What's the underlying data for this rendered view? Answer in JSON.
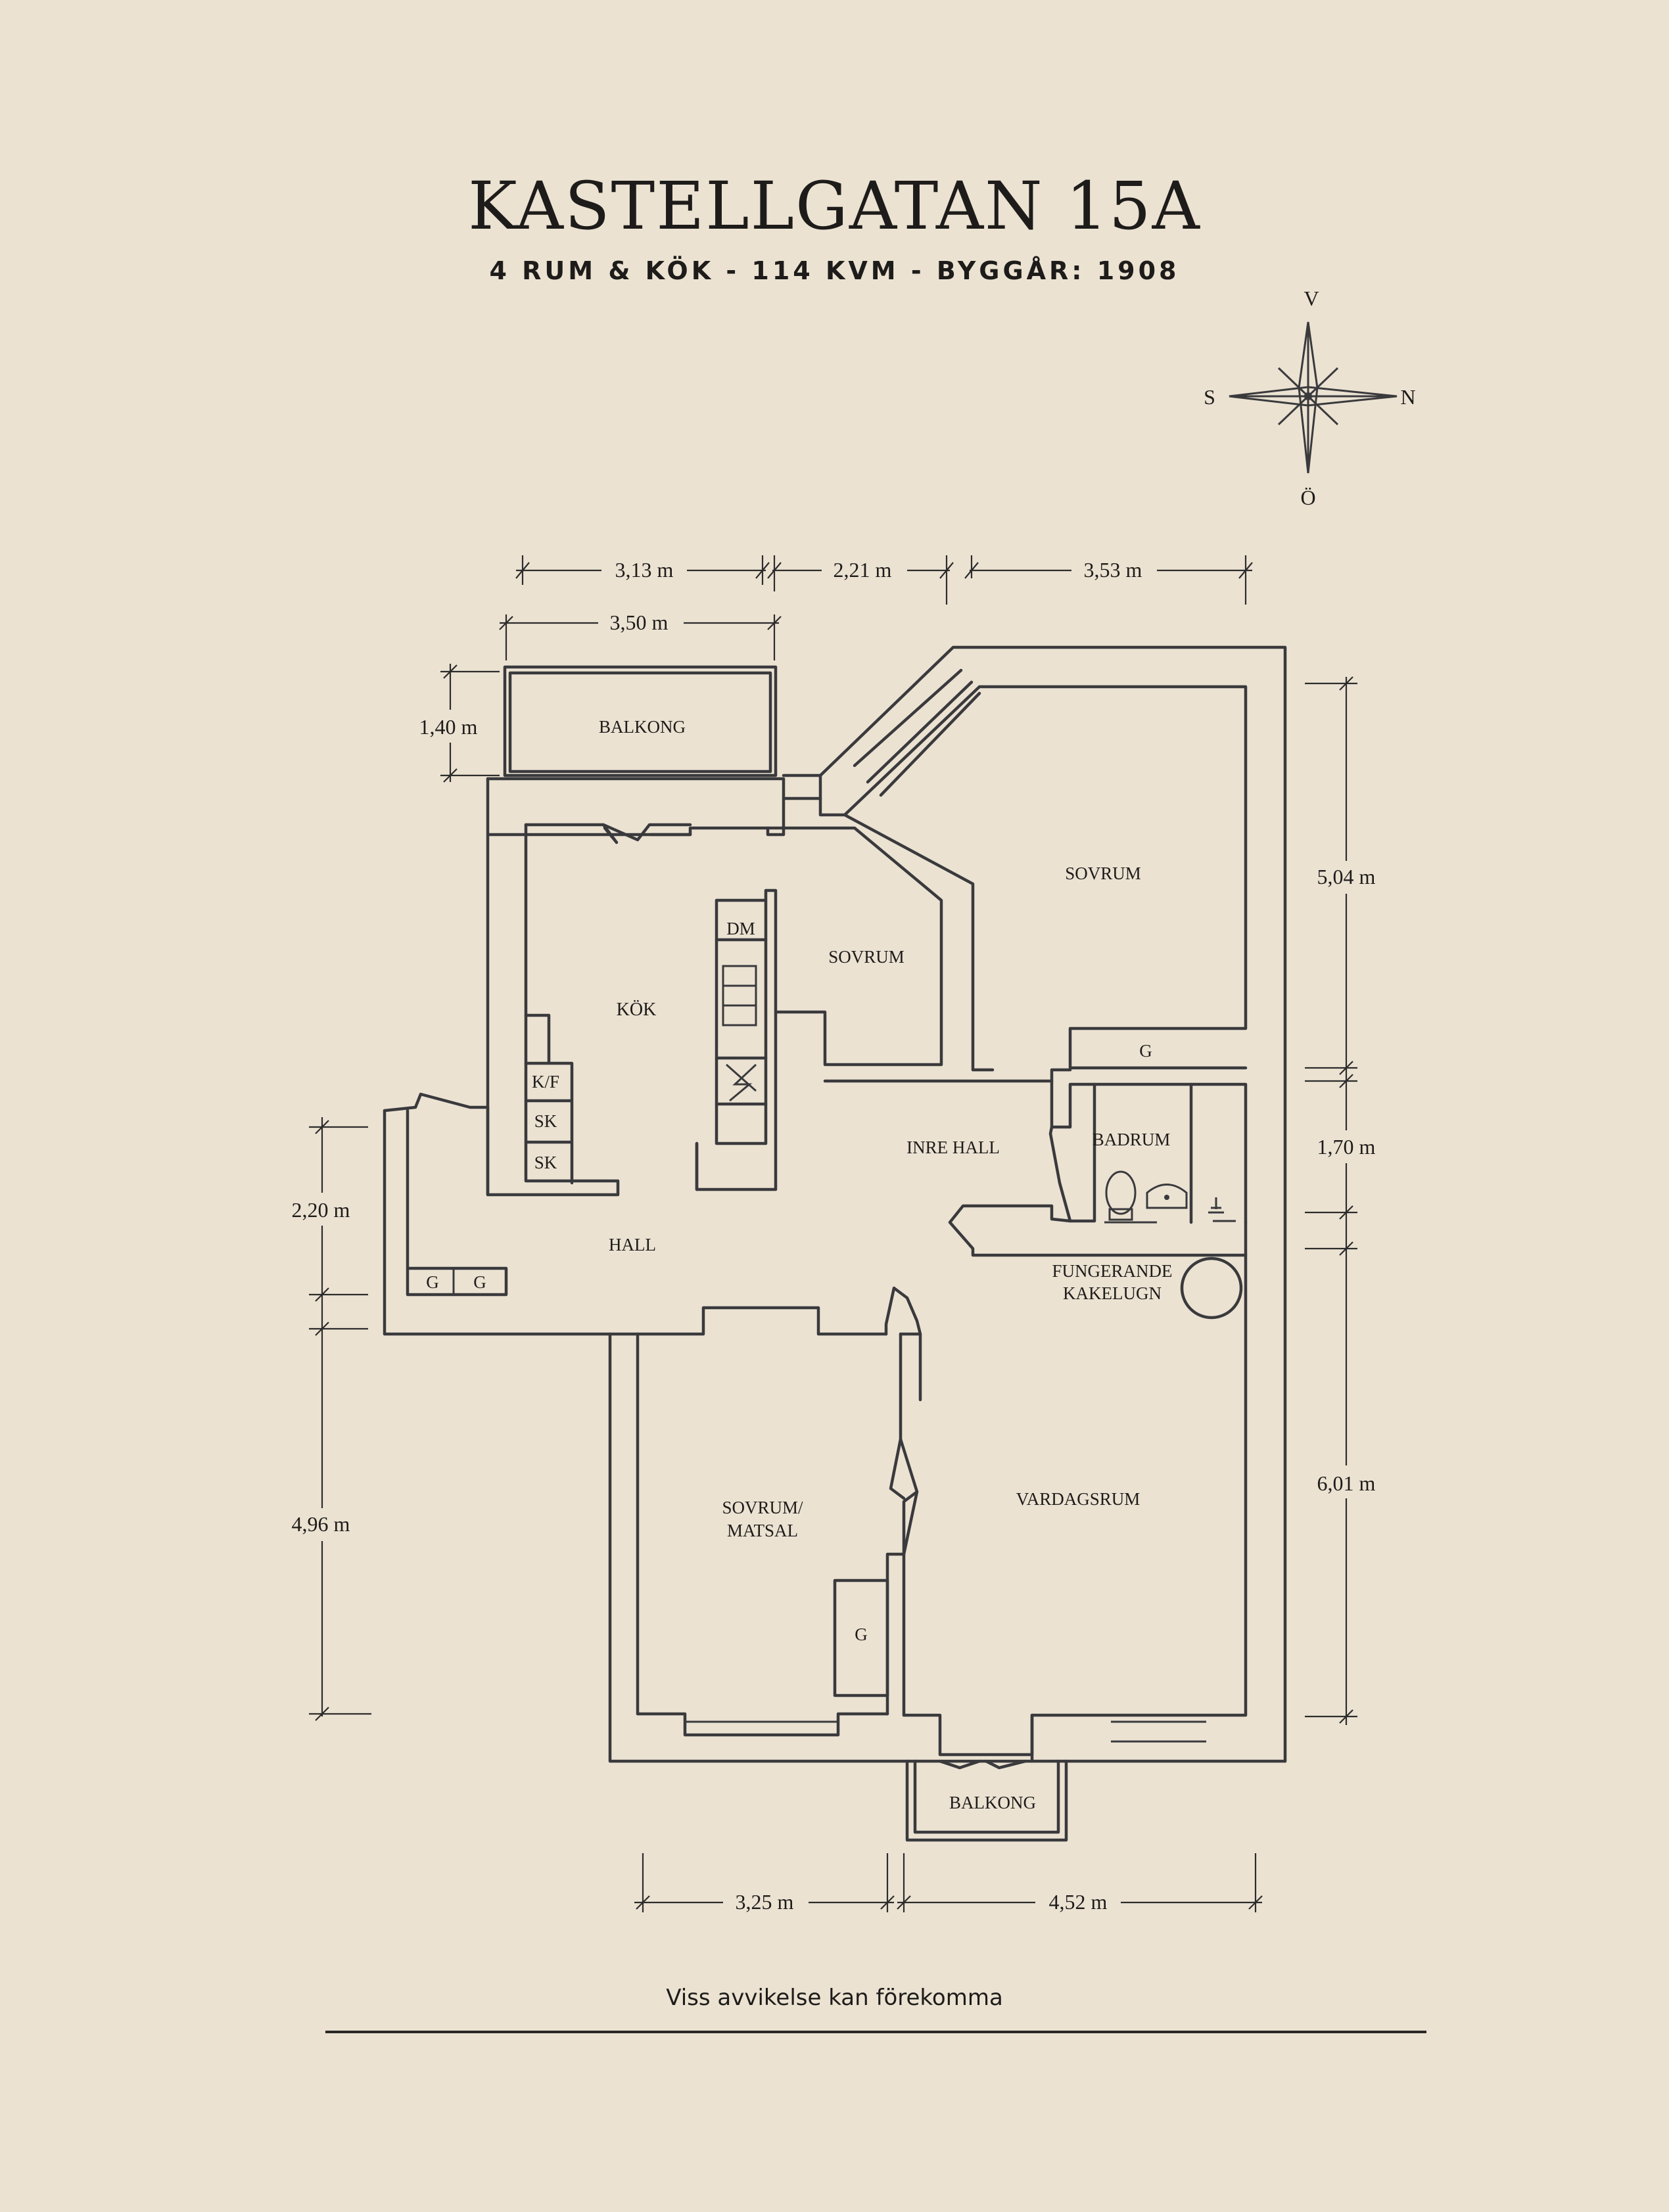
{
  "header": {
    "title": "KASTELLGATAN 15A",
    "subtitle": "4 RUM & KÖK  -  114 KVM  -  BYGGÅR: 1908"
  },
  "compass": {
    "north": "V",
    "south": "Ö",
    "west": "S",
    "east": "N"
  },
  "rooms": {
    "balkong_top": "BALKONG",
    "kok": "KÖK",
    "dm": "DM",
    "kf": "K/F",
    "sk1": "SK",
    "sk2": "SK",
    "sovrum_small": "SOVRUM",
    "sovrum_large": "SOVRUM",
    "g_closet_right": "G",
    "badrum": "BADRUM",
    "inre_hall": "INRE HALL",
    "hall": "HALL",
    "g_hall_1": "G",
    "g_hall_2": "G",
    "kakelugn": [
      "FUNGERANDE",
      "KAKELUGN"
    ],
    "sovrum_matsal": [
      "SOVRUM/",
      "MATSAL"
    ],
    "g_matsal": "G",
    "vardagsrum": "VARDAGSRUM",
    "balkong_bottom": "BALKONG"
  },
  "dimensions": {
    "top_1": "3,13 m",
    "top_2": "2,21 m",
    "top_3": "3,53 m",
    "balcony_width": "3,50 m",
    "balcony_depth": "1,40 m",
    "right_1": "5,04 m",
    "right_2": "1,70 m",
    "right_3": "6,01 m",
    "left_1": "2,20 m",
    "left_2": "4,96 m",
    "bottom_1": "3,25 m",
    "bottom_2": "4,52 m"
  },
  "footer": {
    "note": "Viss avvikelse kan förekomma"
  }
}
